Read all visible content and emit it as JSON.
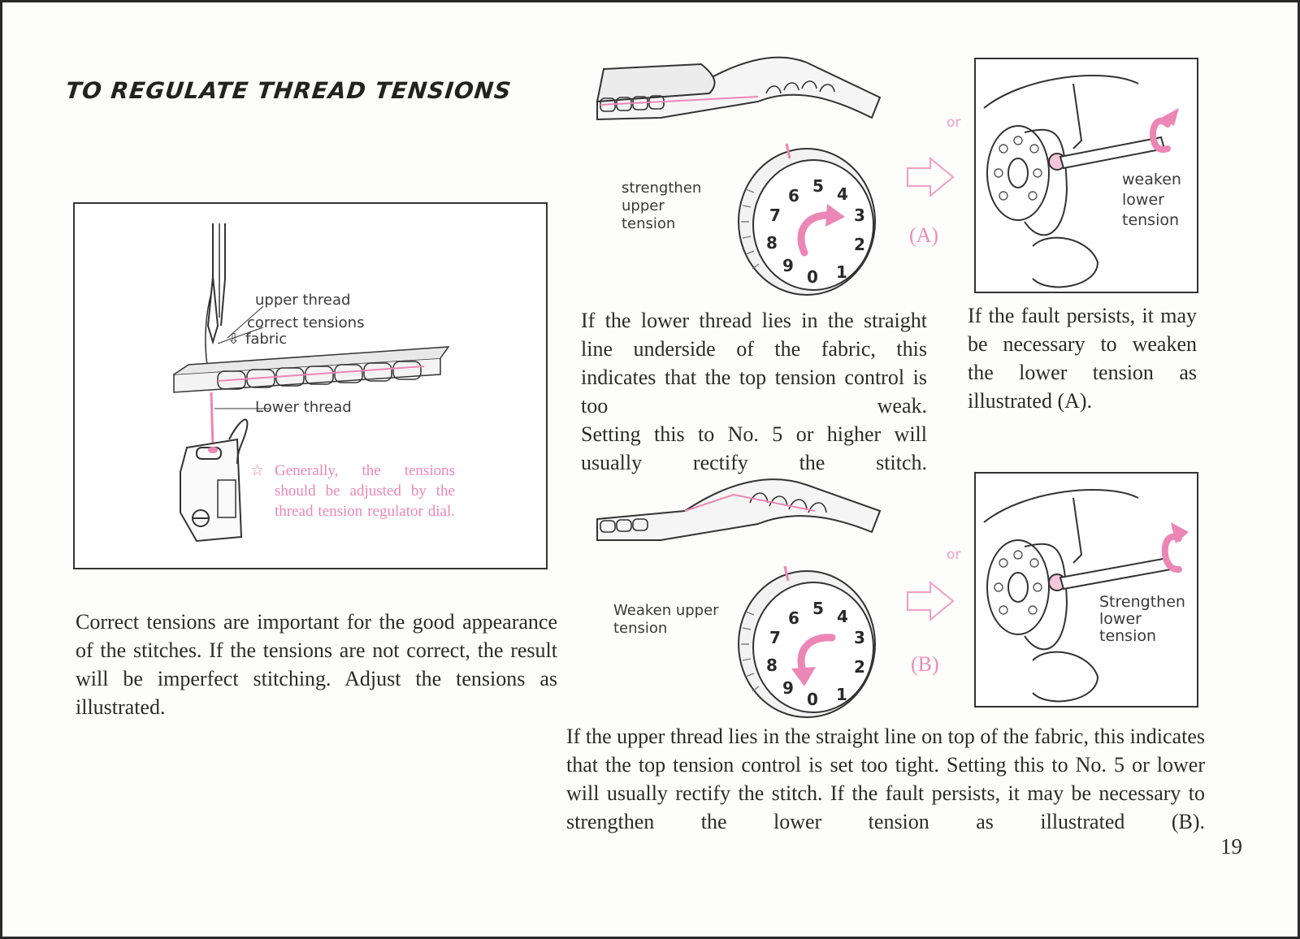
{
  "title": "TO REGULATE THREAD TENSIONS",
  "left_diagram": {
    "label_upper_thread": "upper thread",
    "label_correct_tensions": "correct tensions",
    "label_fabric": "fabric",
    "label_lower_thread": "Lower thread",
    "note_star": "☆",
    "note_text": "Generally, the tensions should be adjusted by the thread tension regulator dial."
  },
  "intro_paragraph": "Correct tensions are important for the good appearance of the stitches. If the tensions are not correct, the result will be imperfect stitching. Adjust the tensions as illustrated.",
  "case_a": {
    "dial_label": "strengthen\nupper\ntension",
    "dial_numbers": [
      "6",
      "5",
      "4",
      "3",
      "2",
      "1",
      "0",
      "9",
      "8",
      "7"
    ],
    "letter": "(A)",
    "or_label": "or",
    "bobbin_label": "weaken\nlower\ntension",
    "paragraph_main": "If the lower thread lies in the straight line underside of the fabric, this indicates that the top tension control is too weak.",
    "paragraph_setting": "Setting this to No. 5 or higher will usually rectify the stitch.",
    "paragraph_fault": "If the fault persists, it may be necessary to weaken the lower tension as illustrated (A)."
  },
  "case_b": {
    "dial_label": "Weaken upper\ntension",
    "dial_numbers": [
      "6",
      "5",
      "4",
      "3",
      "2",
      "1",
      "0",
      "9",
      "8",
      "7"
    ],
    "letter": "(B)",
    "or_label": "or",
    "bobbin_label": "Strengthen\nlower\ntension",
    "paragraph": "If the upper thread lies in the straight line on top of the fabric, this indicates that the top tension control is set too tight. Setting this to No. 5 or lower will usually rectify the stitch. If the fault persists, it may be necessary to strengthen the lower tension as illustrated (B)."
  },
  "page_number": "19",
  "colors": {
    "accent_pink": "#ec86b6",
    "ink": "#2a2a2a"
  }
}
